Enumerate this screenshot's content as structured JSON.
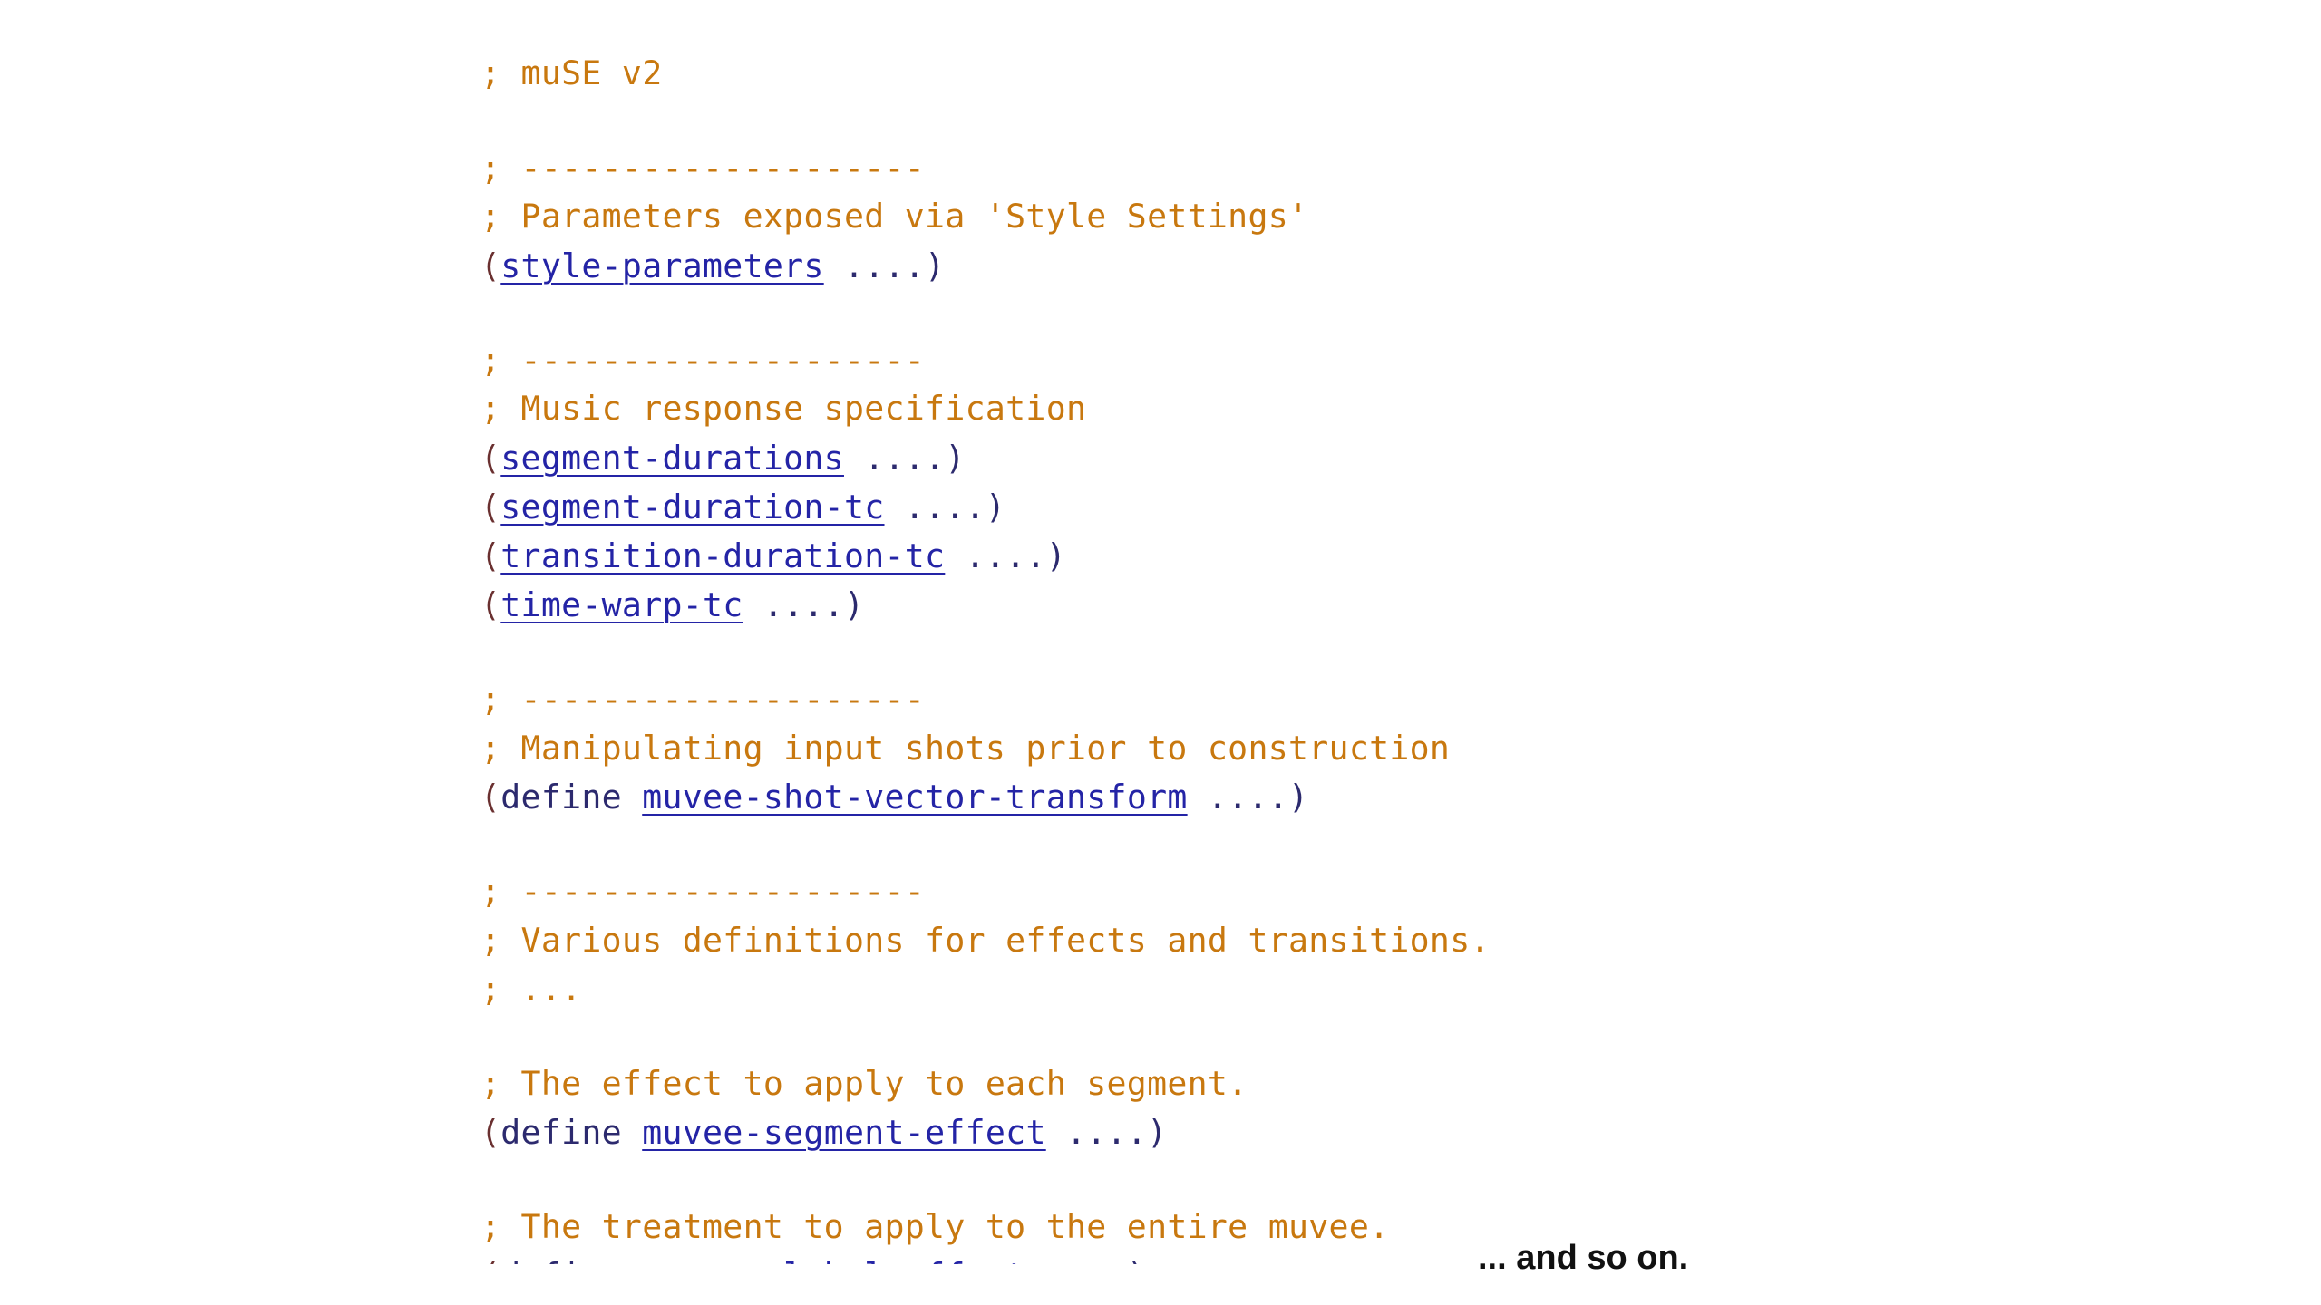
{
  "code": {
    "header_comment": "; muSE v2",
    "section1": {
      "divider": "; --------------------",
      "comment": "; Parameters exposed via 'Style Settings'",
      "form": {
        "open": "(",
        "name": "style-parameters",
        "rest": " ....)"
      }
    },
    "section2": {
      "divider": "; --------------------",
      "comment": "; Music response specification",
      "forms": [
        {
          "open": "(",
          "name": "segment-durations",
          "rest": " ....)"
        },
        {
          "open": "(",
          "name": "segment-duration-tc",
          "rest": " ....)"
        },
        {
          "open": "(",
          "name": "transition-duration-tc",
          "rest": " ....)"
        },
        {
          "open": "(",
          "name": "time-warp-tc",
          "rest": " ....)"
        }
      ]
    },
    "section3": {
      "divider": "; --------------------",
      "comment": "; Manipulating input shots prior to construction",
      "form": {
        "open": "(",
        "keyword": "define",
        "name": "muvee-shot-vector-transform",
        "rest": " ....)"
      }
    },
    "section4": {
      "divider": "; --------------------",
      "comment": "; Various definitions for effects and transitions.",
      "ellipsis_comment": "; ..."
    },
    "section5": {
      "comment": "; The effect to apply to each segment.",
      "form": {
        "open": "(",
        "keyword": "define",
        "name": "muvee-segment-effect",
        "rest": " ....)"
      }
    },
    "section6": {
      "comment": "; The treatment to apply to the entire muvee.",
      "form": {
        "open": "(",
        "keyword": "define",
        "name": "muvee-global-effect",
        "rest": " ....)"
      }
    }
  },
  "footer_note": "... and so on.",
  "colors": {
    "comment": "#c8780f",
    "identifier": "#2424a6",
    "keyword": "#2c2a6e",
    "paren": "#6a3030"
  }
}
